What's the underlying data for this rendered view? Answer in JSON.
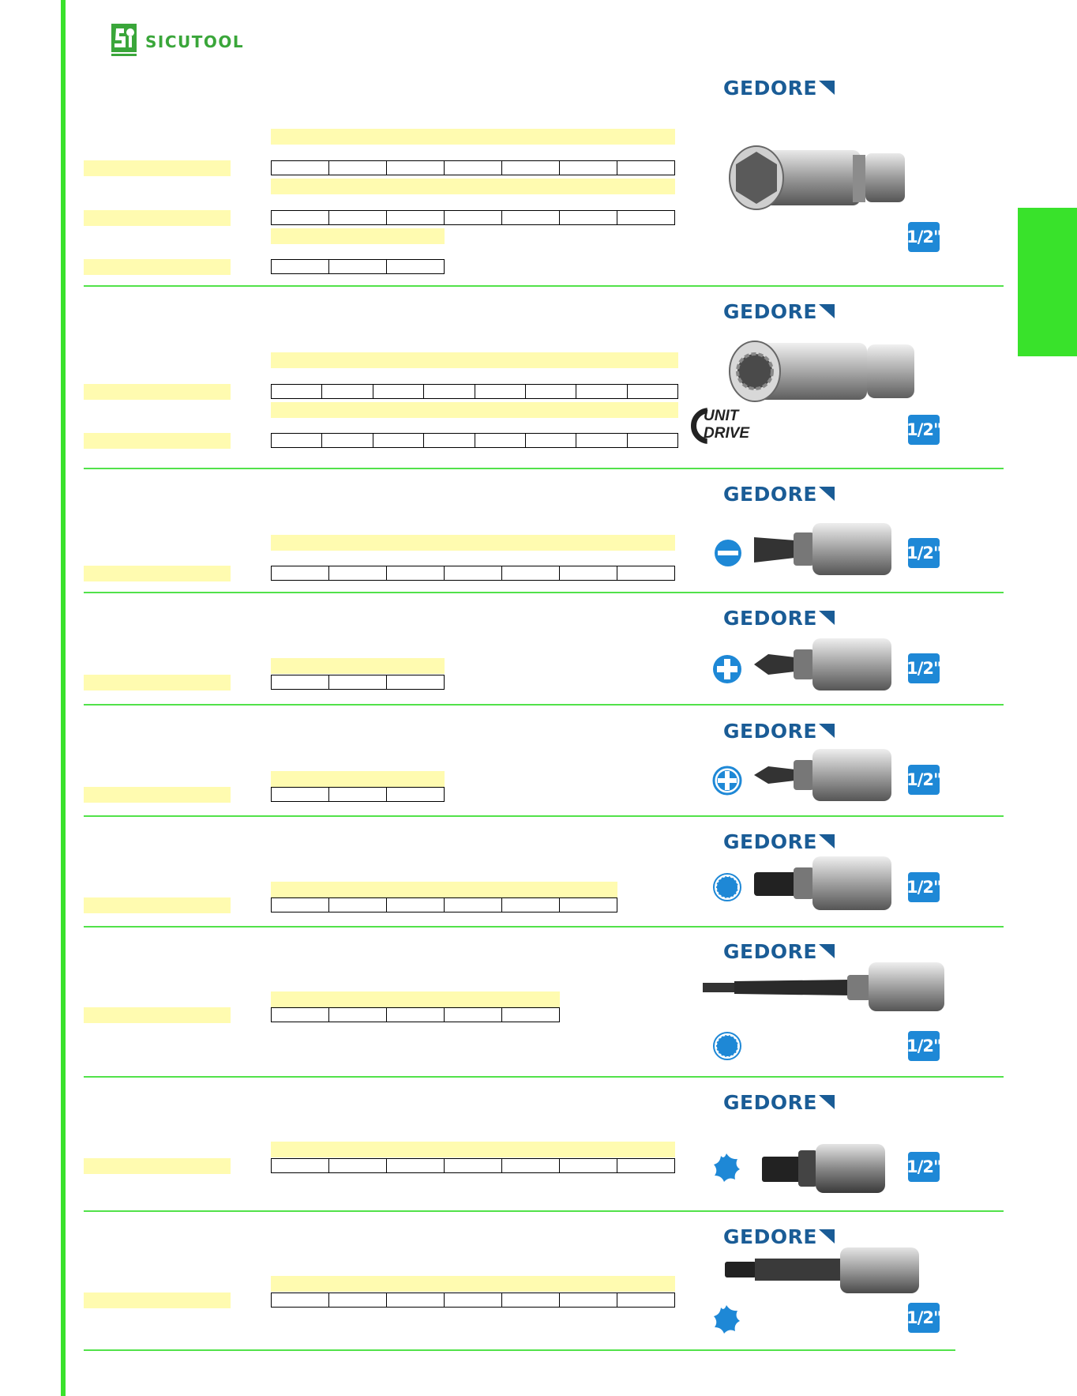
{
  "header": {
    "logo_text": "SICUTOOL"
  },
  "colors": {
    "accent_green": "#39e22b",
    "logo_green": "#3aa63a",
    "highlight_yellow": "#fffbb0",
    "gedore_blue": "#1a5c96",
    "badge_blue": "#1e88d6"
  },
  "sections": [
    {
      "brand": "GEDORE",
      "drive": "1/2\""
    },
    {
      "brand": "GEDORE",
      "drive": "1/2\"",
      "badge_line1": "UNIT",
      "badge_line2": "DRIVE"
    },
    {
      "brand": "GEDORE",
      "drive": "1/2\"",
      "profile_icon": "slotted-icon"
    },
    {
      "brand": "GEDORE",
      "drive": "1/2\"",
      "profile_icon": "phillips-icon"
    },
    {
      "brand": "GEDORE",
      "drive": "1/2\"",
      "profile_icon": "pozidriv-icon"
    },
    {
      "brand": "GEDORE",
      "drive": "1/2\"",
      "profile_icon": "xzn-icon"
    },
    {
      "brand": "GEDORE",
      "drive": "1/2\"",
      "profile_icon": "xzn-icon"
    },
    {
      "brand": "GEDORE",
      "drive": "1/2\"",
      "profile_icon": "torx-icon"
    },
    {
      "brand": "GEDORE",
      "drive": "1/2\"",
      "profile_icon": "torx-icon"
    }
  ]
}
